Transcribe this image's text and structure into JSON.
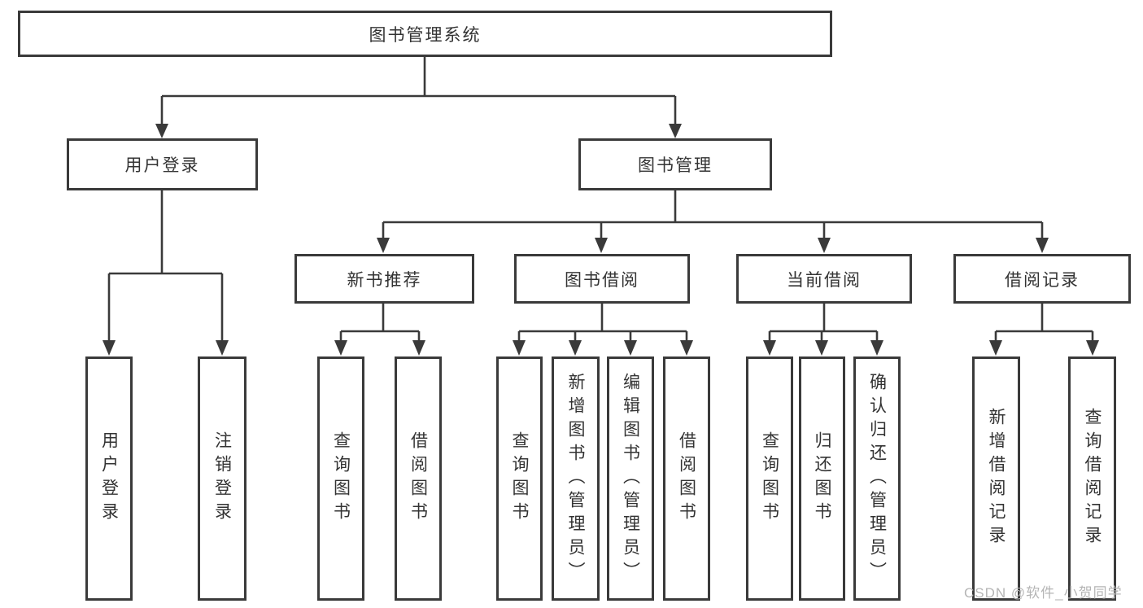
{
  "tree": {
    "root": "图书管理系统",
    "children": [
      {
        "label": "用户登录",
        "children": [
          "用户登录",
          "注销登录"
        ]
      },
      {
        "label": "图书管理",
        "children": [
          {
            "label": "新书推荐",
            "children": [
              "查询图书",
              "借阅图书"
            ]
          },
          {
            "label": "图书借阅",
            "children": [
              "查询图书",
              "新增图书（管理员）",
              "编辑图书（管理员）",
              "借阅图书"
            ]
          },
          {
            "label": "当前借阅",
            "children": [
              "查询图书",
              "归还图书",
              "确认归还（管理员）"
            ]
          },
          {
            "label": "借阅记录",
            "children": [
              "新增借阅记录",
              "查询借阅记录"
            ]
          }
        ]
      }
    ]
  },
  "watermark": "CSDN @软件_小贺同学",
  "colors": {
    "line": "#3a3a3a",
    "border": "#3a3a3a",
    "text": "#333333",
    "background": "#ffffff",
    "watermark": "#b5b5b5"
  }
}
